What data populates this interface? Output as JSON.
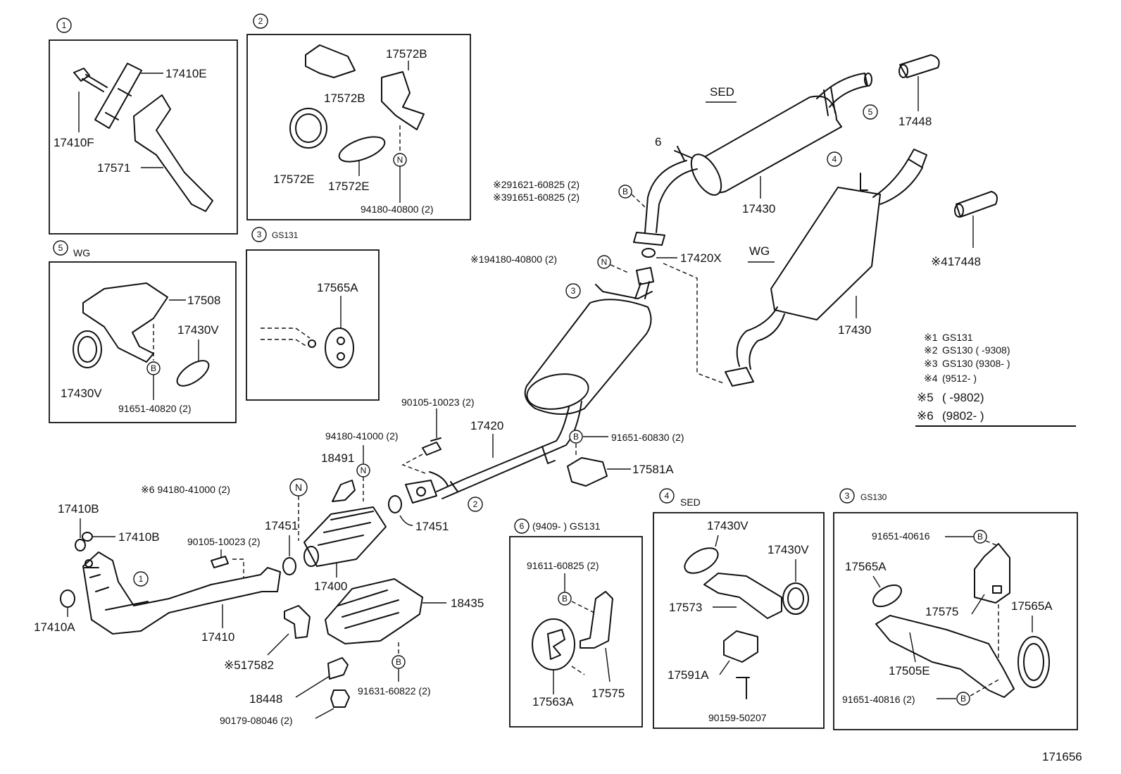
{
  "box1": {
    "num": "1",
    "labels": [
      "17410E",
      "17410F",
      "17571"
    ]
  },
  "box2": {
    "num": "2",
    "labels": [
      "17572B",
      "17572B",
      "17572E",
      "17572E",
      "94180-40800 (2)"
    ],
    "symbol": "N"
  },
  "box3gs131": {
    "num": "3",
    "tag": "GS131",
    "labels": [
      "17565A"
    ]
  },
  "box5wg": {
    "num": "5",
    "tag": "WG",
    "labels": [
      "17508",
      "17430V",
      "17430V",
      "91651-40820 (2)"
    ],
    "symbol": "B"
  },
  "main": {
    "sed_label": "SED",
    "wg_label": "WG",
    "labels": {
      "l17448a": "17448",
      "l17448b": "※417448",
      "l17430a": "17430",
      "l17430b": "17430",
      "l17420x": "17420X",
      "ref2": "※291621-60825 (2)",
      "ref3": "※391651-60825 (2)",
      "ref1": "※194180-40800 (2)",
      "l90105a": "90105-10023 (2)",
      "l17420": "17420",
      "l94180b": "94180-41000 (2)",
      "l18491": "18491",
      "l91651c": "91651-60830 (2)",
      "l17581a": "17581A",
      "ref6": "※6 94180-41000 (2)",
      "l17410b1": "17410B",
      "l17410b2": "17410B",
      "l17451a": "17451",
      "l17451b": "17451",
      "l90105b": "90105-10023 (2)",
      "l17400": "17400",
      "l18435": "18435",
      "l17410a": "17410A",
      "l17410": "17410",
      "l17582": "※517582",
      "l91631": "91631-60822 (2)",
      "l18448": "18448",
      "l90179": "90179-08046 (2)"
    },
    "callouts": [
      "1",
      "2",
      "3",
      "4",
      "5",
      "6"
    ]
  },
  "notes": [
    {
      "mark": "※1",
      "text": "GS131"
    },
    {
      "mark": "※2",
      "text": "GS130 (        -9308)"
    },
    {
      "mark": "※3",
      "text": "GS130 (9308-        )"
    },
    {
      "mark": "※4",
      "text": "(9512-        )"
    },
    {
      "mark": "※5",
      "text": "(        -9802)"
    },
    {
      "mark": "※6",
      "text": "(9802-        )"
    }
  ],
  "box6": {
    "num": "6",
    "header": "(9409-        ) GS131",
    "labels": [
      "91611-60825 (2)",
      "17563A",
      "17575"
    ],
    "symbol": "B"
  },
  "box4sed": {
    "num": "4",
    "tag": "SED",
    "labels": [
      "17430V",
      "17430V",
      "17573",
      "17591A",
      "90159-50207"
    ]
  },
  "box3gs130": {
    "num": "3",
    "tag": "GS130",
    "labels": [
      "91651-40616",
      "17565A",
      "17575",
      "17565A",
      "17505E",
      "91651-40816 (2)"
    ],
    "symbol": "B"
  },
  "figure_id": "171656"
}
